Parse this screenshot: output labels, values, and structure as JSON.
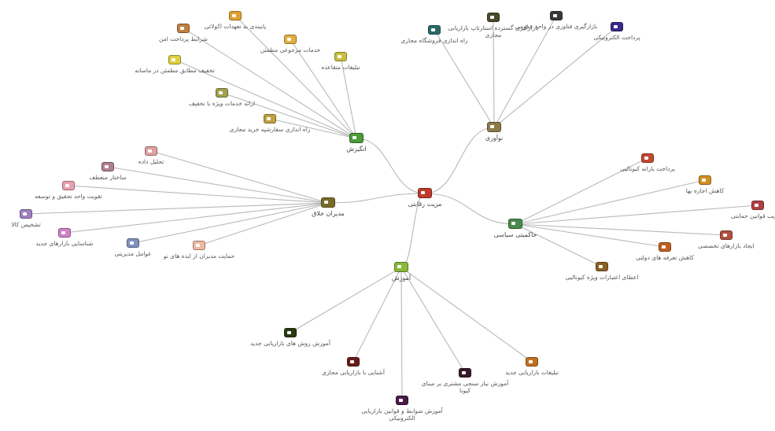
{
  "diagram": {
    "center": {
      "id": "c",
      "label": "مزیت رقابتی",
      "color": "#c0392b"
    },
    "hubs": [
      {
        "id": "h1",
        "label": "نوآوری",
        "color": "#8a7a4a"
      },
      {
        "id": "h2",
        "label": "انگیزش",
        "color": "#4c9a3a"
      },
      {
        "id": "h3",
        "label": "مدیران خلاق",
        "color": "#7a6a2a"
      },
      {
        "id": "h4",
        "label": "حاکمیتی سیاسی",
        "color": "#4a8a4a"
      },
      {
        "id": "h5",
        "label": "آموزش",
        "color": "#8ab83a"
      }
    ],
    "leaves": [
      {
        "hub": "h1",
        "label": "راه اندازی فروشگاه مجازی",
        "color": "#2a6a6a"
      },
      {
        "hub": "h1",
        "label": "بازارگیری گسترده استارتاپ بازاریابی مجازی",
        "color": "#4a4a2a"
      },
      {
        "hub": "h1",
        "label": "بازارگیری فناوری در واحد عمومی",
        "color": "#3a3a3a"
      },
      {
        "hub": "h1",
        "label": "پرداخت الکترونیکی",
        "color": "#3a2a8a"
      },
      {
        "hub": "h2",
        "label": "پایبندی به تعهدات اکولائی",
        "color": "#e0a030"
      },
      {
        "hub": "h2",
        "label": "شرایط پرداخت امن",
        "color": "#c08040"
      },
      {
        "hub": "h2",
        "label": "خدمات مرجوعی مطمئن",
        "color": "#e0b040"
      },
      {
        "hub": "h2",
        "label": "تبلیغات متقاعده",
        "color": "#c8c040"
      },
      {
        "hub": "h2",
        "label": "تخفیف مطابق مطمئن در ماسانه",
        "color": "#e0d040"
      },
      {
        "hub": "h2",
        "label": "ارائه خدمات ویژه با تخفیف",
        "color": "#a0a050"
      },
      {
        "hub": "h2",
        "label": "راه اندازی سفارشپه خرید مجازی",
        "color": "#c0a040"
      },
      {
        "hub": "h3",
        "label": "تحلیل داده",
        "color": "#e0a0a0"
      },
      {
        "hub": "h3",
        "label": "ساختار منعطف",
        "color": "#b08090"
      },
      {
        "hub": "h3",
        "label": "تقویت واحد تحقیق و توسعه",
        "color": "#e8a0b0"
      },
      {
        "hub": "h3",
        "label": "تشخیص کالا",
        "color": "#a080c0"
      },
      {
        "hub": "h3",
        "label": "شناسایی بازارهای جدید",
        "color": "#d080c8"
      },
      {
        "hub": "h3",
        "label": "عوامل مدیریتی",
        "color": "#8090c0"
      },
      {
        "hub": "h3",
        "label": "حمایت مدیران از ایده های نو",
        "color": "#f0b8a0"
      },
      {
        "hub": "h4",
        "label": "پرداخت یارانه کیونالیی",
        "color": "#c04a30"
      },
      {
        "hub": "h4",
        "label": "کاهش اجاره بها",
        "color": "#d09020"
      },
      {
        "hub": "h4",
        "label": "تصویب قوانین حمایتی",
        "color": "#b04040"
      },
      {
        "hub": "h4",
        "label": "ایجاد بازارهای تخصصی",
        "color": "#b05040"
      },
      {
        "hub": "h4",
        "label": "کاهش تعرفه های دولتی",
        "color": "#c06020"
      },
      {
        "hub": "h4",
        "label": "اعطای اعتبارات ویژه کیونالیی",
        "color": "#8a6020"
      },
      {
        "hub": "h5",
        "label": "آموزش روش های بازاریابی جدید",
        "color": "#2a3a10"
      },
      {
        "hub": "h5",
        "label": "آشنایی با بازاریابی مجازی",
        "color": "#6a1a1a"
      },
      {
        "hub": "h5",
        "label": "آموزش ضوابط و قوانین بازاریابی الکترونیکی",
        "color": "#4a1a4a"
      },
      {
        "hub": "h5",
        "label": "آموزش نیاز سنجی مشتری بر مبنای کیونا",
        "color": "#3a1a2a"
      },
      {
        "hub": "h5",
        "label": "تبلیغات بازاریابی جدید",
        "color": "#c07020"
      }
    ]
  }
}
